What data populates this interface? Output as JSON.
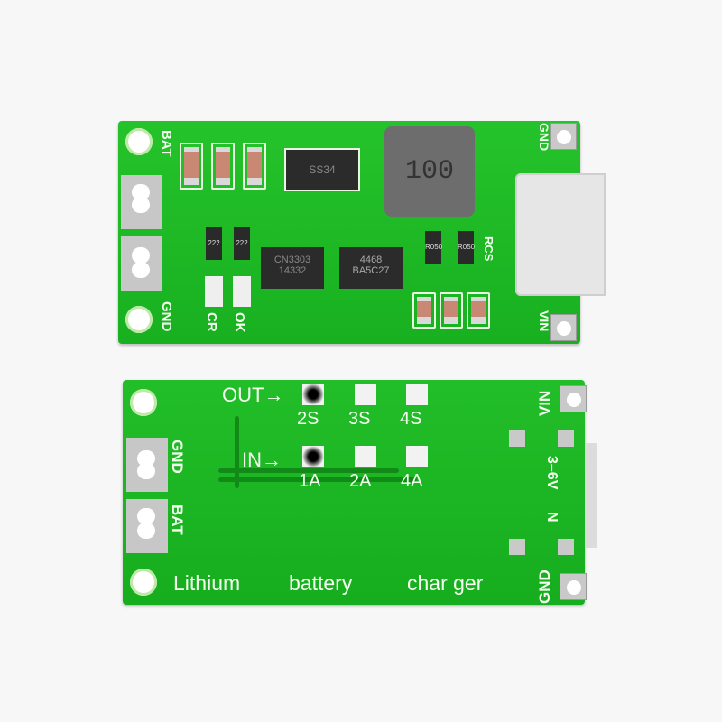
{
  "product": "2S/3S/4S lithium battery charger boost module (USB Type-C input)",
  "top_side": {
    "labels": {
      "bat": "BAT",
      "gnd_left": "GND",
      "cr": "CR",
      "ok": "OK",
      "gnd_right": "GND",
      "vin": "VIN",
      "rcs": "RCS"
    },
    "components": {
      "diode": "SS34",
      "inductor": "100",
      "ic1_line1": "CN3303",
      "ic1_line2": "14332",
      "ic2_line1": "4468",
      "ic2_line2": "BA5C27",
      "resistor_1": "222",
      "resistor_2": "222",
      "sense_resistor_1": "R050",
      "sense_resistor_2": "R050"
    },
    "connector": "usb-type-c"
  },
  "bottom_side": {
    "labels": {
      "out": "OUT→",
      "in": "IN→",
      "gnd_left": "GND",
      "bat": "BAT",
      "vin": "VIN",
      "input_range": "3–6V",
      "in_rot": "N",
      "gnd_right": "GND",
      "title_1": "Lithium",
      "title_2": "battery",
      "title_3": "char ger"
    },
    "out_options": [
      "2S",
      "3S",
      "4S"
    ],
    "in_options": [
      "1A",
      "2A",
      "4A"
    ],
    "selected_out": "2S",
    "selected_in": "1A"
  },
  "colors": {
    "pcb_green": "#1fbf26",
    "silkscreen": "#f4fff0",
    "background": "#f7f7f7",
    "inductor": "#6d6d6d",
    "usb_metal": "#e6e6e6"
  }
}
